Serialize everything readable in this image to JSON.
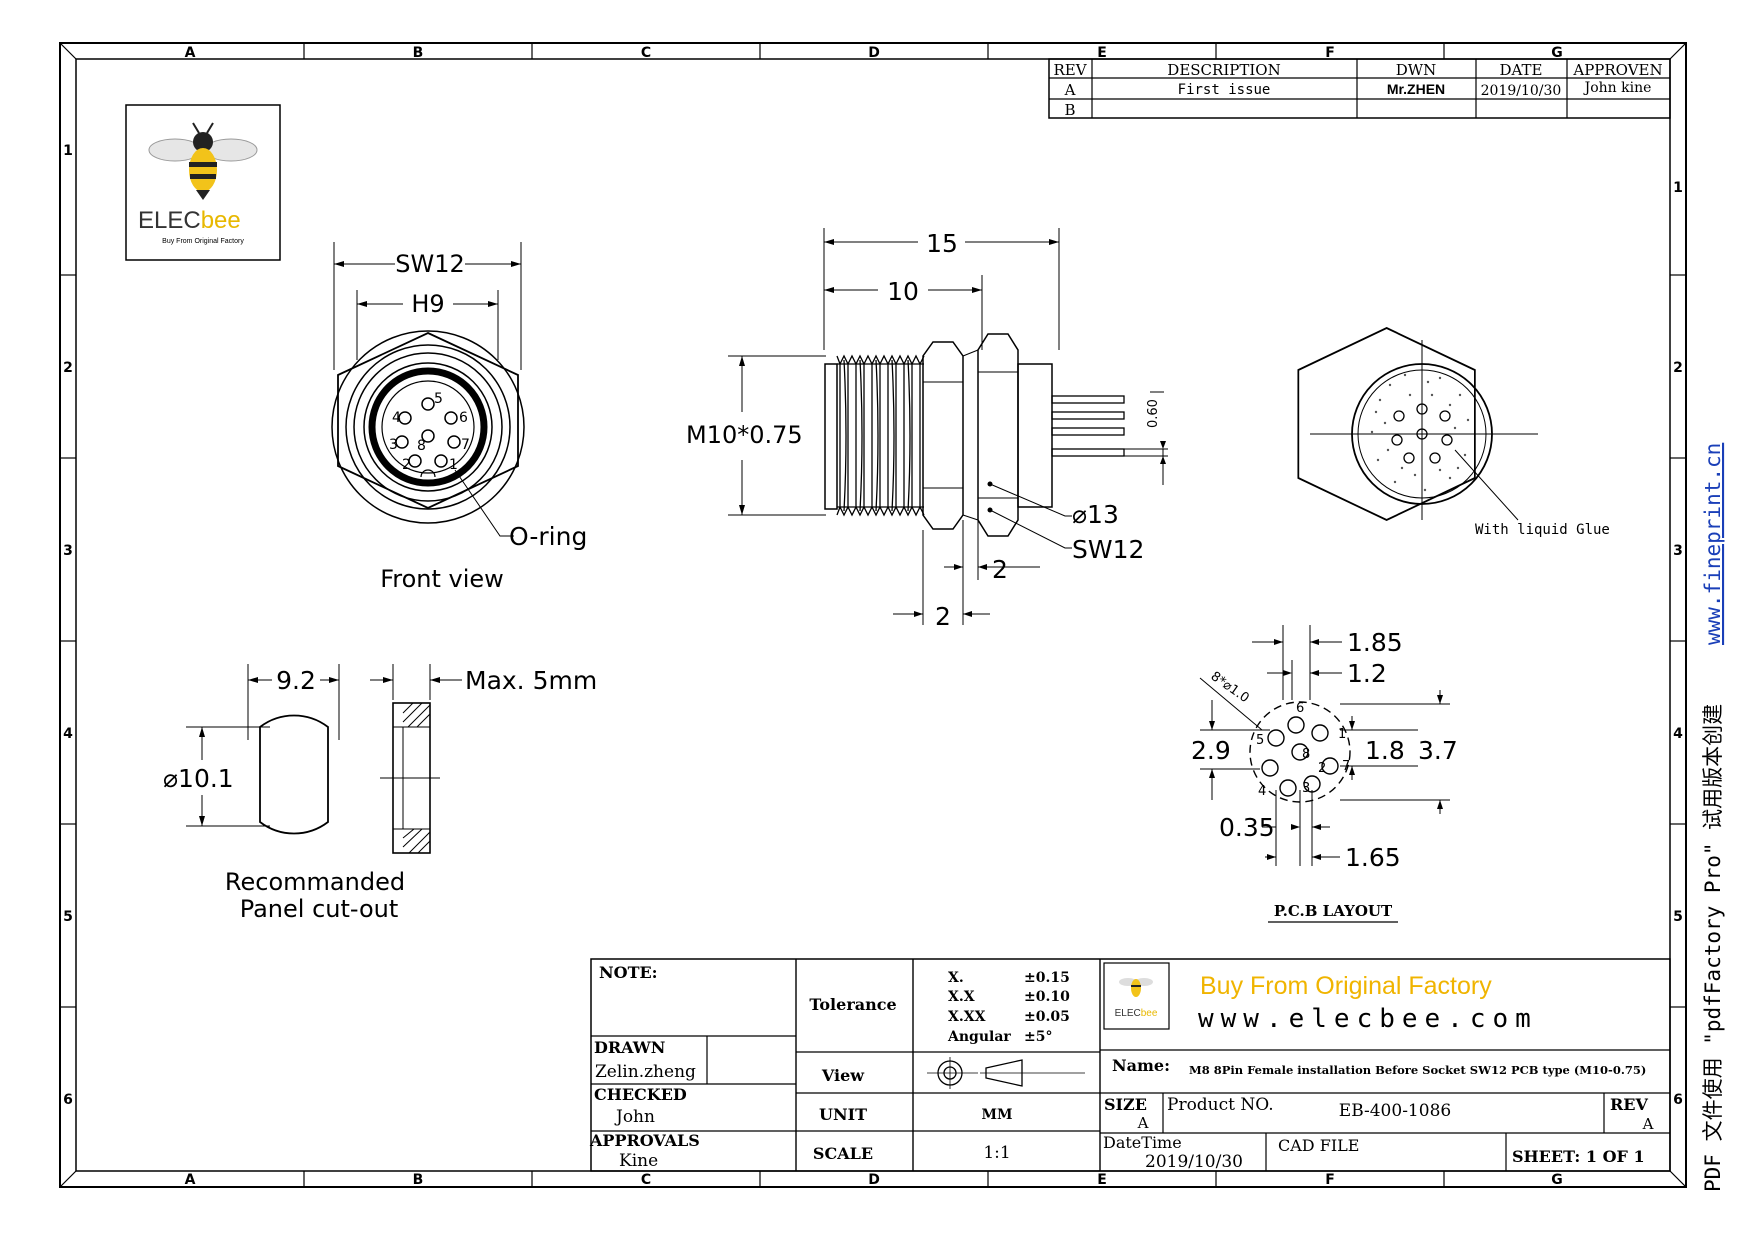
{
  "frame": {
    "columns": [
      "A",
      "B",
      "C",
      "D",
      "E",
      "F",
      "G"
    ],
    "rows": [
      "1",
      "2",
      "3",
      "4",
      "5",
      "6"
    ]
  },
  "revision_table": {
    "headers": [
      "REV",
      "DESCRIPTION",
      "DWN",
      "DATE",
      "APPROVEN"
    ],
    "rows": [
      {
        "rev": "A",
        "description": "First issue",
        "dwn": "Mr.ZHEN",
        "date": "2019/10/30",
        "approven": "John kine"
      },
      {
        "rev": "B",
        "description": "",
        "dwn": "",
        "date": "",
        "approven": ""
      }
    ]
  },
  "logo": {
    "brand_left": "ELEC",
    "brand_right": "bee",
    "tagline": "Buy From Original Factory"
  },
  "front_view": {
    "sw": "SW12",
    "h": "H9",
    "oring": "O-ring",
    "caption": "Front view",
    "pins": [
      "1",
      "2",
      "3",
      "4",
      "5",
      "6",
      "7",
      "8"
    ]
  },
  "side_view": {
    "dim_total": "15",
    "dim_thread": "10",
    "thread": "M10*0.75",
    "pin": "0.60",
    "dia": "⌀13",
    "sw": "SW12",
    "dim_nut": "2",
    "dim_flange": "2"
  },
  "back_view": {
    "glue": "With liquid Glue"
  },
  "cutout": {
    "width": "9.2",
    "diameter": "⌀10.1",
    "max": "Max. 5mm",
    "caption_1": "Recommanded",
    "caption_2": "Panel cut-out"
  },
  "pcb": {
    "d1": "1.85",
    "d2": "1.2",
    "holes": "8*⌀1.0",
    "d3": "2.9",
    "d4": "1.8",
    "d5": "3.7",
    "d6": "0.35",
    "d7": "1.65",
    "caption": "P.C.B  LAYOUT",
    "pins": [
      "1",
      "2",
      "3",
      "4",
      "5",
      "6",
      "7",
      "8"
    ]
  },
  "title_block": {
    "note_label": "NOTE:",
    "tolerance_label": "Tolerance",
    "tolerances": [
      {
        "k": "X.",
        "v": "±0.15"
      },
      {
        "k": "X.X",
        "v": "±0.10"
      },
      {
        "k": "X.XX",
        "v": "±0.05"
      },
      {
        "k": "Angular",
        "v": "±5°"
      }
    ],
    "drawn_label": "DRAWN",
    "drawn": "Zelin.zheng",
    "checked_label": "CHECKED",
    "checked": "John",
    "approvals_label": "APPROVALS",
    "approvals": "Kine",
    "view_label": "View",
    "unit_label": "UNIT",
    "unit": "MM",
    "scale_label": "SCALE",
    "scale": "1:1",
    "slogan": "Buy From Original  Factory",
    "website": "www.elecbee.com",
    "name_label": "Name:",
    "name": "M8 8Pin Female installation Before Socket SW12 PCB type (M10-0.75)",
    "size_label": "SIZE",
    "size": "A",
    "product_label": "Product NO.",
    "product": "EB-400-1086",
    "rev_label": "REV",
    "rev": "A",
    "datetime_label": "DateTime",
    "datetime": "2019/10/30",
    "cad_label": "CAD FILE",
    "sheet": "SHEET:  1 OF 1"
  },
  "watermark": {
    "text": "PDF 文件使用 \"pdfFactory Pro\" 试用版本创建",
    "link": "www.fineprint.cn"
  }
}
